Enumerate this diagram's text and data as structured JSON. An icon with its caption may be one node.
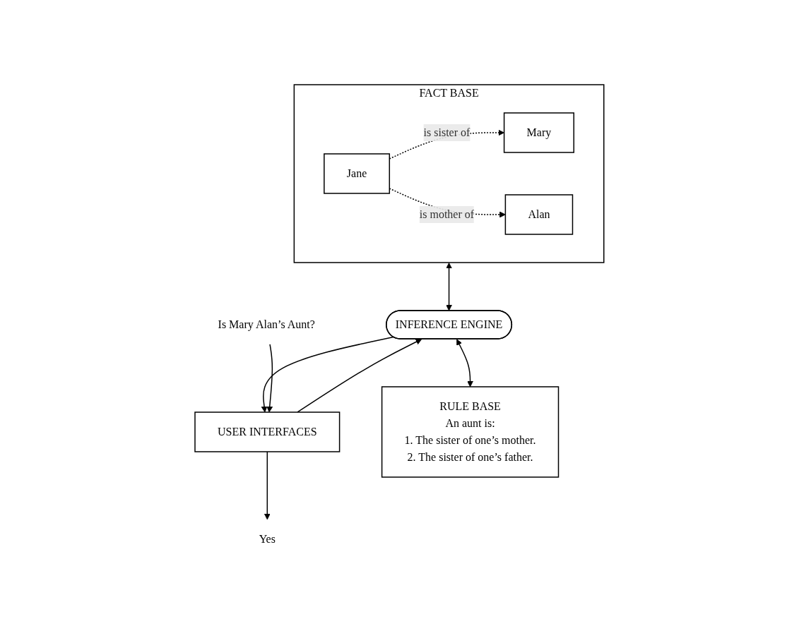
{
  "diagram": {
    "nodes": [
      {
        "text": [
          "FACT BASE"
        ]
      },
      {
        "text": [
          "Mary"
        ],
        "in": 0
      },
      {
        "text": [
          "Jane"
        ],
        "in": 0
      },
      {
        "text": [
          "Alan"
        ],
        "in": 0
      },
      {
        "text": [
          "INFERENCE ENGINE"
        ]
      },
      {
        "text": [
          "USER INTERFACES"
        ]
      },
      {
        "text": [
          "RULE BASE",
          "An aunt is:",
          "1. The sister of one’s mother.",
          "2. The sister of one’s father."
        ]
      },
      {
        "text": [
          "Is Mary Alan’s Aunt?"
        ]
      },
      {
        "text": [
          "Yes"
        ]
      }
    ],
    "edges": [
      {
        "from": 2,
        "to": 1,
        "arrow": "to",
        "label": "is sister of",
        "style": "dashed"
      },
      {
        "from": 2,
        "to": 3,
        "arrow": "to",
        "label": "is mother of",
        "style": "dashed"
      },
      {
        "from": 0,
        "to": 4,
        "arrow": "both"
      },
      {
        "from": 5,
        "to": 4,
        "arrow": "to"
      },
      {
        "from": 4,
        "to": 5,
        "arrow": "to"
      },
      {
        "from": 4,
        "to": 6,
        "arrow": "both"
      },
      {
        "from": 7,
        "to": 5,
        "arrow": "to"
      },
      {
        "from": 5,
        "to": 8,
        "arrow": "to"
      }
    ]
  }
}
